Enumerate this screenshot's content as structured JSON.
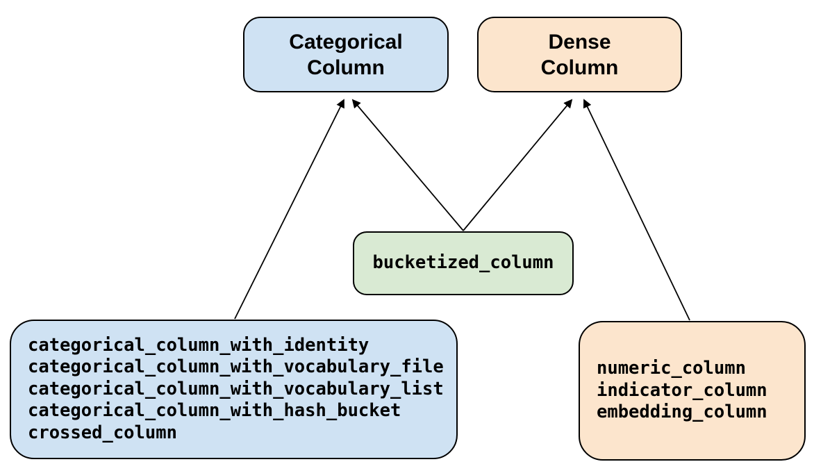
{
  "diagram": {
    "description": "Feature column class hierarchy",
    "nodes": {
      "categorical_base": {
        "label": "Categorical\nColumn"
      },
      "dense_base": {
        "label": "Dense\nColumn"
      },
      "bucketized": {
        "label": "bucketized_column"
      },
      "categorical_impls": {
        "lines": [
          "categorical_column_with_identity",
          "categorical_column_with_vocabulary_file",
          "categorical_column_with_vocabulary_list",
          "categorical_column_with_hash_bucket",
          "crossed_column"
        ]
      },
      "dense_impls": {
        "lines": [
          "numeric_column",
          "indicator_column",
          "embedding_column"
        ]
      }
    },
    "edges": [
      {
        "from": "categorical-implementations",
        "to": "categorical-column"
      },
      {
        "from": "bucketized_column",
        "to": "categorical-column"
      },
      {
        "from": "bucketized_column",
        "to": "dense-column"
      },
      {
        "from": "dense-implementations",
        "to": "dense-column"
      }
    ]
  },
  "colors": {
    "categorical_fill": "#cfe2f3",
    "dense_fill": "#fce5cd",
    "bucketized_fill": "#d9ead3",
    "border": "#000000",
    "arrow": "#000000",
    "background": "#ffffff"
  }
}
